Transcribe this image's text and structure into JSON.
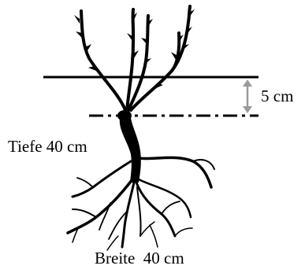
{
  "diagram": {
    "depth_label": "Tiefe 40 cm",
    "width_label": "Breite  40 cm",
    "offset_label": "5 cm",
    "colors": {
      "ink": "#000000",
      "background": "#ffffff",
      "arrow": "#9a9a9a"
    }
  }
}
